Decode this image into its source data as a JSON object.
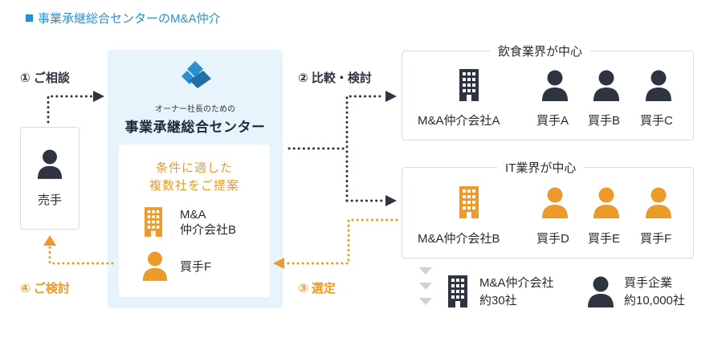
{
  "heading": "事業承継総合センターのM&A仲介",
  "steps": {
    "s1": "① ご相談",
    "s2": "② 比較・検討",
    "s3": "③ 選定",
    "s4": "④ ご検討"
  },
  "seller": {
    "label": "売手"
  },
  "center": {
    "subtitle": "オーナー社長のための",
    "title": "事業承継総合センター",
    "message_line1": "条件に適した",
    "message_line2": "複数社をご提案",
    "firm_line1": "M&A",
    "firm_line2": "仲介会社B",
    "buyer": "買手F"
  },
  "group_food": {
    "title": "飲食業界が中心",
    "firm": "M&A仲介会社A",
    "buyers": [
      "買手A",
      "買手B",
      "買手C"
    ]
  },
  "group_it": {
    "title": "IT業界が中心",
    "firm": "M&A仲介会社B",
    "buyers": [
      "買手D",
      "買手E",
      "買手F"
    ]
  },
  "summary": {
    "firms_line1": "M&A仲介会社",
    "firms_line2": "約30社",
    "buyers_line1": "買手企業",
    "buyers_line2": "約10,000社"
  },
  "colors": {
    "dark": "#2f3540",
    "orange": "#ec9a2a",
    "blue": "#2a8fd0",
    "panel": "#e8f4fc",
    "faded": "#c9d3dc"
  },
  "icons": {
    "person": "person-icon",
    "building": "building-icon",
    "logo": "logo-icon"
  }
}
